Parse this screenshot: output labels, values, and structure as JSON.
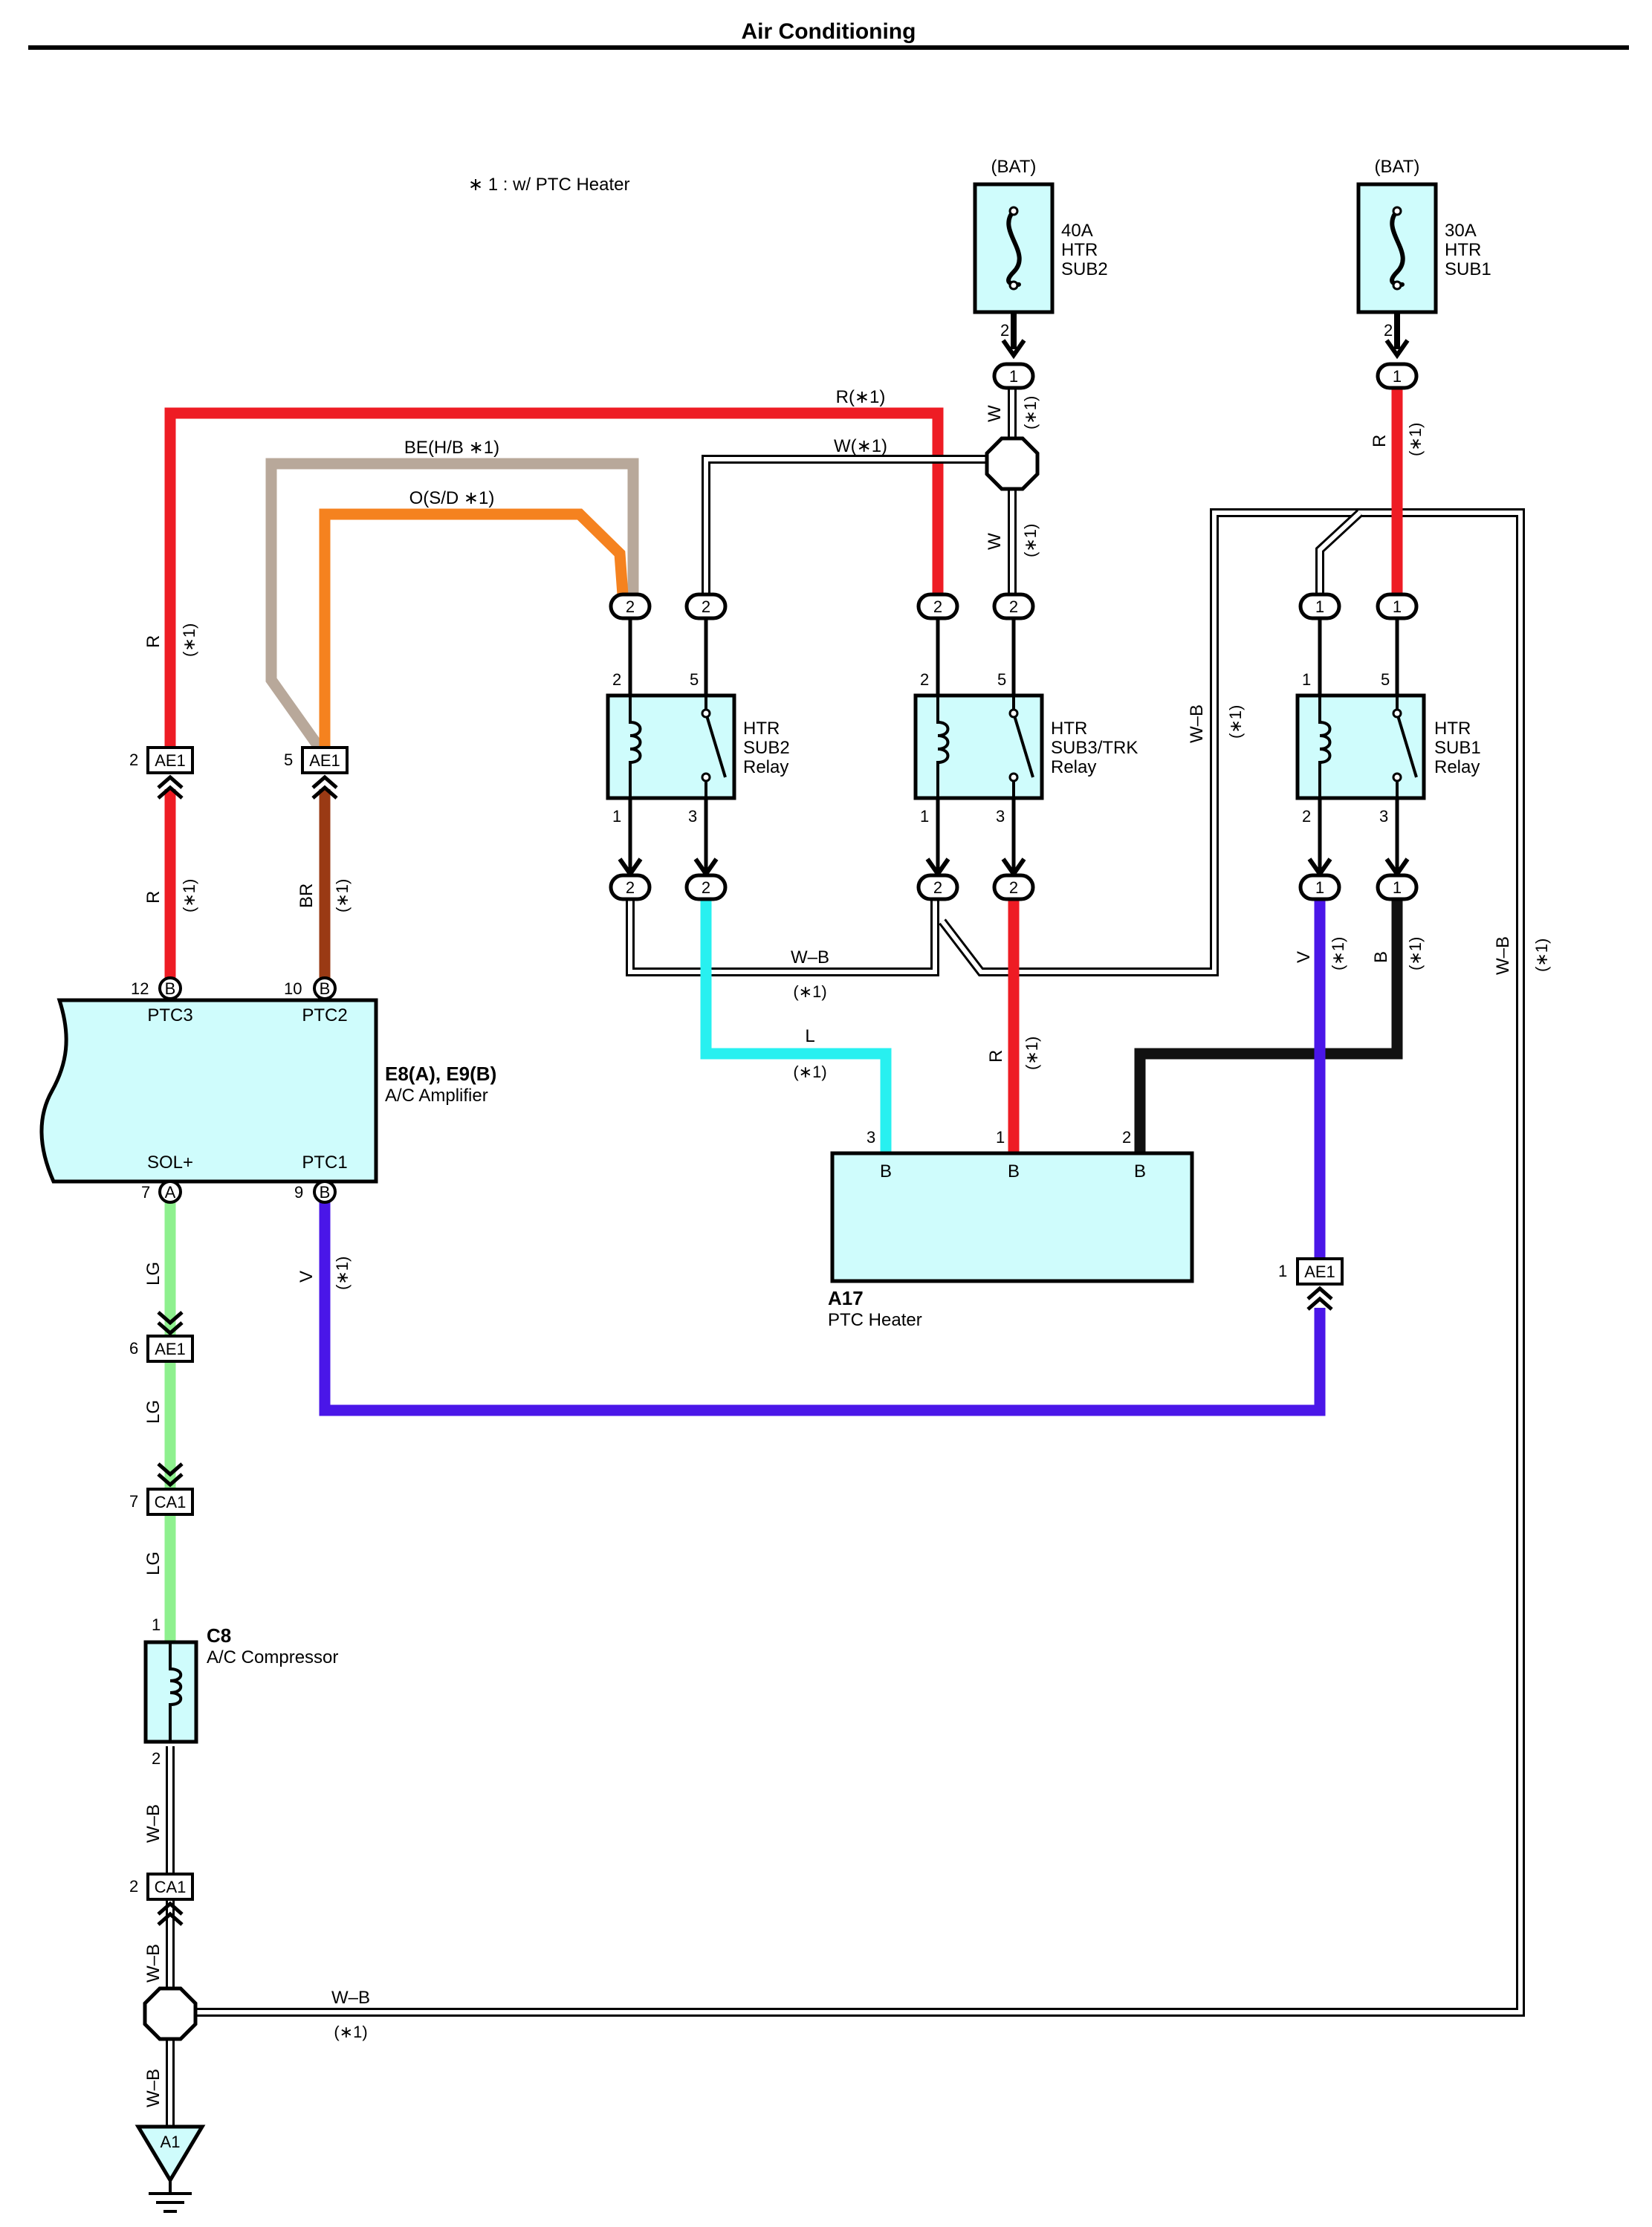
{
  "title": "Air Conditioning",
  "note": "∗ 1 : w/ PTC Heater",
  "colors": {
    "R": "#ee1c24",
    "BE": "#b8a89a",
    "O": "#f5821f",
    "BR": "#9a3a14",
    "LG": "#8ef08e",
    "V": "#4a16e8",
    "L": "#28f0f0",
    "B": "#111111",
    "box": "#cffcfc"
  },
  "fuses": {
    "sub2": {
      "source": "(BAT)",
      "l1": "40A",
      "l2": "HTR",
      "l3": "SUB2",
      "pin": "2",
      "conn": "1",
      "icon": "fuse-icon"
    },
    "sub1": {
      "source": "(BAT)",
      "l1": "30A",
      "l2": "HTR",
      "l3": "SUB1",
      "pin": "2",
      "conn": "1",
      "icon": "fuse-icon"
    }
  },
  "relays": {
    "sub2": {
      "l1": "HTR",
      "l2": "SUB2",
      "l3": "Relay",
      "p_tl": "2",
      "p_tr": "5",
      "p_bl": "1",
      "p_br": "3",
      "c_tl": "2",
      "c_tr": "2",
      "c_bl": "2",
      "c_br": "2"
    },
    "sub3": {
      "l1": "HTR",
      "l2": "SUB3/TRK",
      "l3": "Relay",
      "p_tl": "2",
      "p_tr": "5",
      "p_bl": "1",
      "p_br": "3",
      "c_tl": "2",
      "c_tr": "2",
      "c_bl": "2",
      "c_br": "2"
    },
    "sub1": {
      "l1": "HTR",
      "l2": "SUB1",
      "l3": "Relay",
      "p_tl": "1",
      "p_tr": "5",
      "p_bl": "2",
      "p_br": "3",
      "c_tl": "1",
      "c_tr": "1",
      "c_bl": "1",
      "c_br": "1"
    }
  },
  "amplifier": {
    "name": "E8(A), E9(B)",
    "desc": "A/C Amplifier",
    "ptc3": "PTC3",
    "ptc2": "PTC2",
    "solp": "SOL+",
    "ptc1": "PTC1",
    "pin_ptc3": "12",
    "conn_ptc3": "B",
    "pin_ptc2": "10",
    "conn_ptc2": "B",
    "pin_sol": "7",
    "conn_sol": "A",
    "pin_ptc1": "9",
    "conn_ptc1": "B"
  },
  "heater": {
    "name": "A17",
    "desc": "PTC Heater",
    "p3": "3",
    "p1": "1",
    "p2": "2",
    "c3": "B",
    "c1": "B",
    "c2": "B"
  },
  "compressor": {
    "name": "C8",
    "desc": "A/C Compressor",
    "p1": "1",
    "p2": "2"
  },
  "ground": {
    "name": "A1"
  },
  "connectors": {
    "ae1_2": {
      "num": "2",
      "name": "AE1"
    },
    "ae1_5": {
      "num": "5",
      "name": "AE1"
    },
    "ae1_6": {
      "num": "6",
      "name": "AE1"
    },
    "ae1_1": {
      "num": "1",
      "name": "AE1"
    },
    "ca1_7": {
      "num": "7",
      "name": "CA1"
    },
    "ca1_2": {
      "num": "2",
      "name": "CA1"
    }
  },
  "wires": {
    "r_top": "R(∗1)",
    "be": "BE(H/B ∗1)",
    "o": "O(S/D ∗1)",
    "w_top": "W(∗1)",
    "r": "R",
    "br": "BR",
    "lg": "LG",
    "v": "V",
    "l": "L",
    "w": "W",
    "wb": "W–B",
    "b": "B",
    "star": "(∗1)"
  }
}
